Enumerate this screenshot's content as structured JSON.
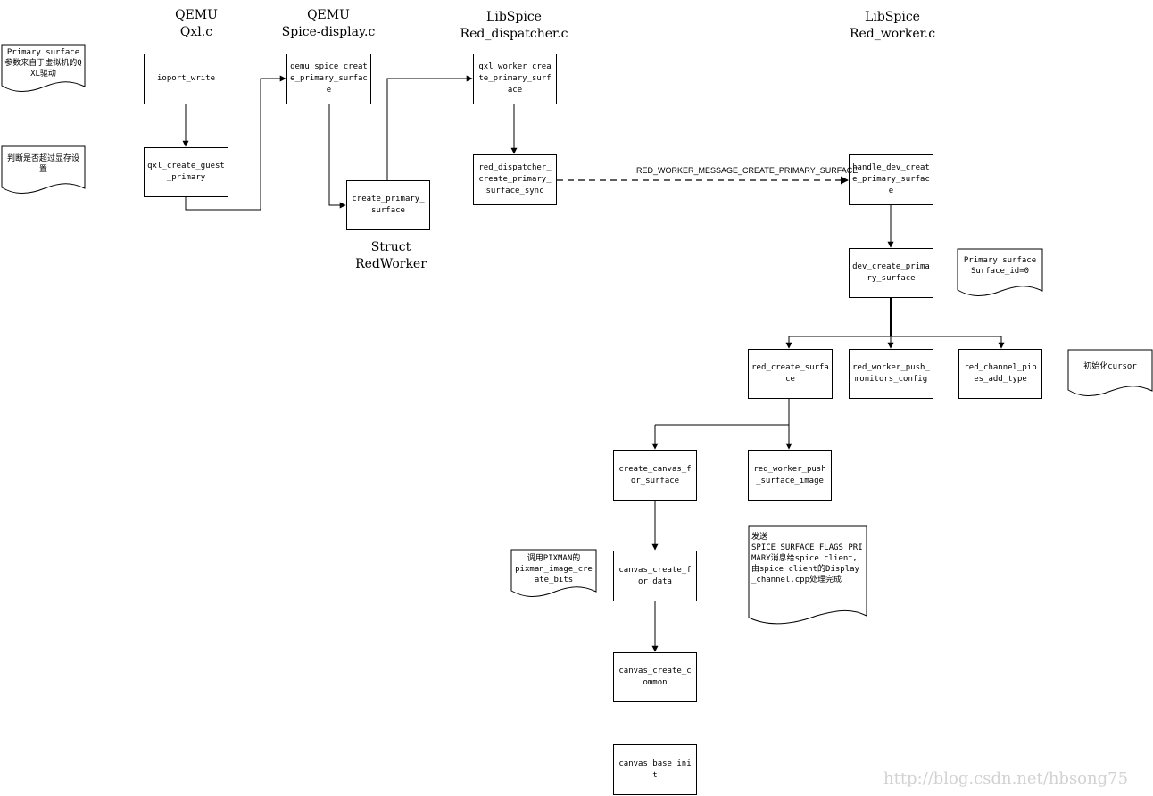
{
  "headers": {
    "qemu_qxl": "QEMU\nQxl.c",
    "qemu_spice": "QEMU\nSpice-display.c",
    "libspice_dispatcher": "LibSpice\nRed_dispatcher.c",
    "libspice_worker": "LibSpice\nRed_worker.c"
  },
  "boxes": {
    "ioport_write": "ioport_write",
    "qxl_create_guest_primary": "qxl_create_guest_primary",
    "qemu_spice_create_primary_surface": "qemu_spice_create_primary_surface",
    "create_primary_surface": "create_primary_surface",
    "qxl_worker_create_primary_surface": "qxl_worker_create_primary_surface",
    "red_dispatcher_create_primary_surface_sync": "red_dispatcher_create_primary_surface_sync",
    "handle_dev_create_primary_surface": "handle_dev_create_primary_surface",
    "dev_create_primary_surface": "dev_create_primary_surface",
    "red_create_surface": "red_create_surface",
    "red_worker_push_monitors_config": "red_worker_push_monitors_config",
    "red_channel_pipes_add_type": "red_channel_pipes_add_type",
    "create_canvas_for_surface": "create_canvas_for_surface",
    "red_worker_push_surface_image": "red_worker_push_surface_image",
    "canvas_create_for_data": "canvas_create_for_data",
    "canvas_create_common": "canvas_create_common",
    "canvas_base_init": "canvas_base_init"
  },
  "notes": {
    "primary_surface_params": "Primary surface\n参数来自于虚拟机的QXL驱动",
    "check_vram": "判断是否超过显存设置",
    "primary_surface_id": "Primary surface\nSurface_id=0",
    "init_cursor": "初始化cursor",
    "pixman_call": "调用PIXMAN的\npixman_image_create_bits",
    "send_flags": "发送\nSPICE_SURFACE_FLAGS_PRIMARY消息给spice client，由spice client的Display_channel.cpp处理完成"
  },
  "message_label": "RED_WORKER_MESSAGE_CREATE_PRIMARY_SURFACE",
  "struct_label": "Struct\nRedWorker",
  "watermark": "http://blog.csdn.net/hbsong75"
}
